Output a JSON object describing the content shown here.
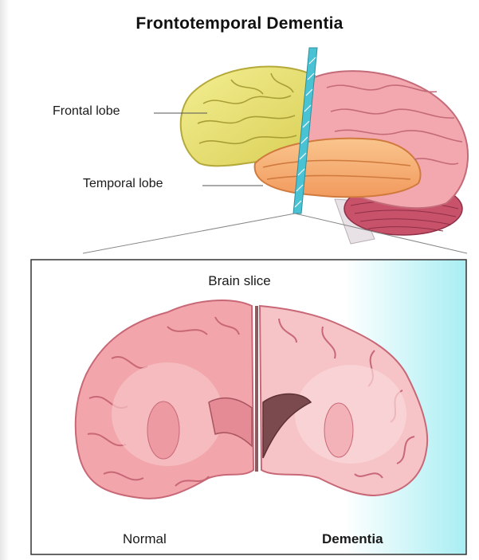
{
  "diagram": {
    "title": "Frontotemporal Dementia",
    "labels": {
      "frontal_lobe": "Frontal lobe",
      "temporal_lobe": "Temporal lobe",
      "brain_slice": "Brain slice",
      "normal": "Normal",
      "dementia": "Dementia"
    },
    "colors": {
      "frontal_lobe": "#e9e27a",
      "temporal_lobe": "#f6b477",
      "cortex": "#f2a5ab",
      "cerebellum": "#c8506a",
      "slice_plane": "#49c3d4",
      "panel_tint": "#a8eef3"
    }
  }
}
